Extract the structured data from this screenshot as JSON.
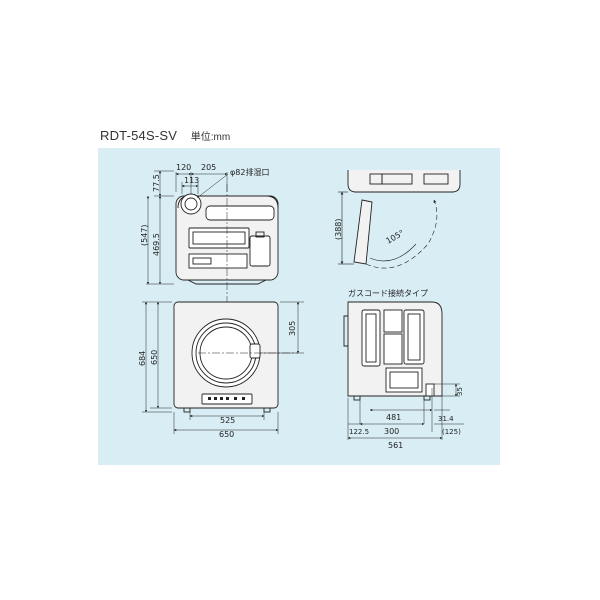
{
  "header": {
    "model": "RDT-54S-SV",
    "unit": "単位:mm"
  },
  "colors": {
    "panel_bg": "#d9eef4",
    "line": "#222222",
    "body_fill": "#f2f2f2"
  },
  "labels": {
    "exhaust": "φ82排湿口",
    "gas_cord": "ガスコード接続タイプ",
    "angle": "105°"
  },
  "dimensions": {
    "top_w120": "120",
    "top_w205": "205",
    "top_w113": "113",
    "left_775": "77.5",
    "left_547": "(547)",
    "left_4695": "469.5",
    "side_388": "(388)",
    "front_684": "684",
    "front_650v": "650",
    "front_305": "305",
    "front_525": "525",
    "front_650h": "650",
    "side_481": "481",
    "side_1225": "122.5",
    "side_300": "300",
    "side_561": "561",
    "side_35": "35",
    "side_314": "31.4",
    "side_125": "(125)"
  }
}
